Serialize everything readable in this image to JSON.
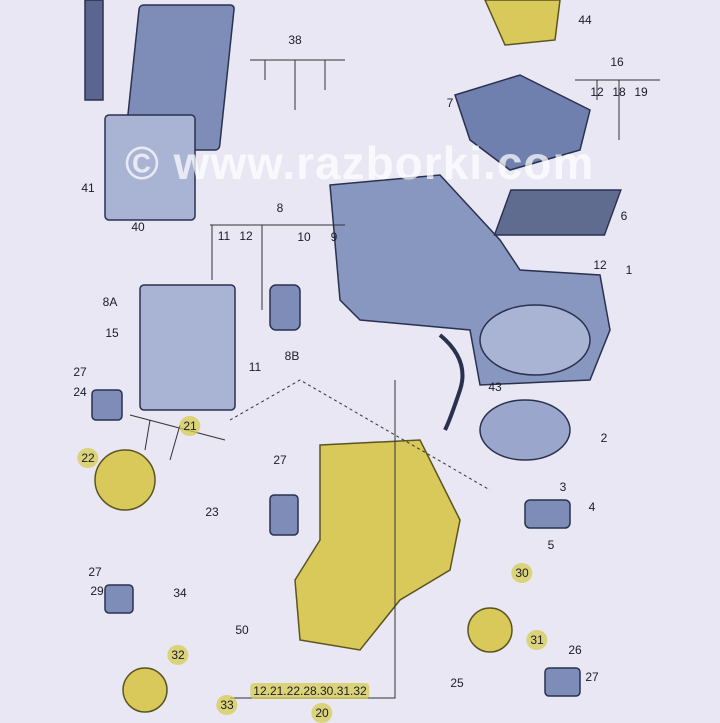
{
  "diagram": {
    "watermark": "© www.razborki.com",
    "colors": {
      "background": "#e8e7f3",
      "part_blue": "#7d8db8",
      "part_yellow": "#d8c95a",
      "highlight": "#d6cc50"
    },
    "callouts": [
      "44",
      "38",
      "16",
      "12",
      "18",
      "19",
      "7",
      "41",
      "40",
      "6",
      "8",
      "11",
      "12",
      "10",
      "9",
      "12",
      "1",
      "8A",
      "15",
      "8B",
      "27",
      "11",
      "24",
      "43",
      "21",
      "22",
      "2",
      "27",
      "3",
      "23",
      "4",
      "5",
      "30",
      "27",
      "29",
      "34",
      "50",
      "31",
      "26",
      "32",
      "27",
      "25",
      "12.21.22.28.30.31.32",
      "33",
      "20"
    ]
  }
}
